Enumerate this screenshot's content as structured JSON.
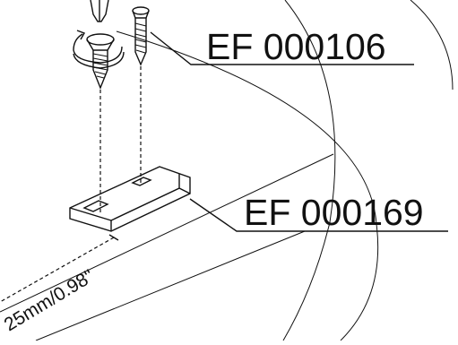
{
  "diagram": {
    "screw_part_label": "EF 000106",
    "bracket_part_label": "EF 000169",
    "distance_label": "25mm/0.98\""
  },
  "colors": {
    "line": "#111111",
    "background": "#ffffff"
  }
}
